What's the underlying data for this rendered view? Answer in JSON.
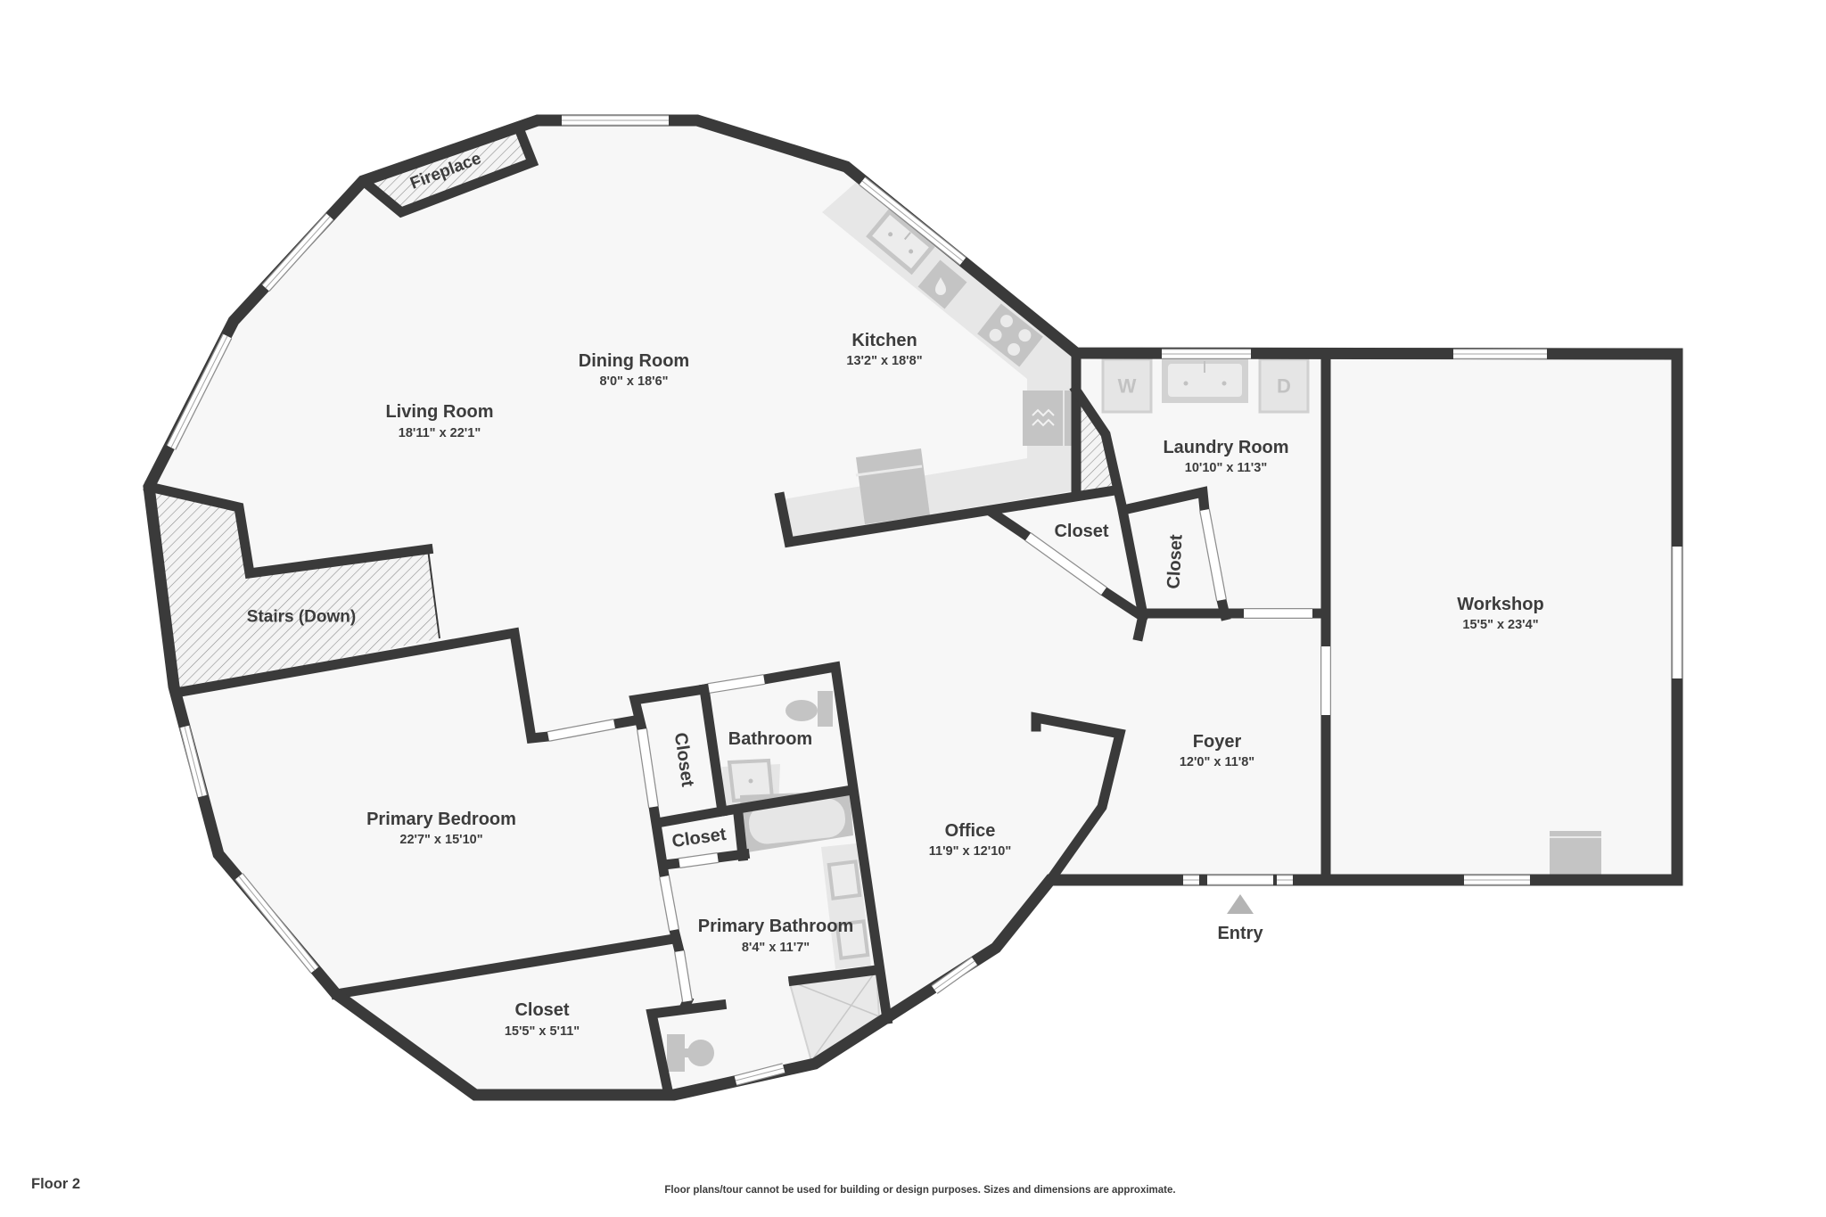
{
  "plan": {
    "floor_label": "Floor 2",
    "disclaimer": "Floor plans/tour cannot be used for building or design purposes. Sizes and dimensions are approximate.",
    "entry_label": "Entry"
  },
  "rooms": [
    {
      "name": "Living Room",
      "dims": "18'11\" x 22'1\""
    },
    {
      "name": "Dining Room",
      "dims": "8'0\" x 18'6\""
    },
    {
      "name": "Kitchen",
      "dims": "13'2\" x 18'8\""
    },
    {
      "name": "Laundry Room",
      "dims": "10'10\" x 11'3\""
    },
    {
      "name": "Workshop",
      "dims": "15'5\" x 23'4\""
    },
    {
      "name": "Foyer",
      "dims": "12'0\" x 11'8\""
    },
    {
      "name": "Office",
      "dims": "11'9\" x 12'10\""
    },
    {
      "name": "Primary Bedroom",
      "dims": "22'7\" x 15'10\""
    },
    {
      "name": "Primary Bathroom",
      "dims": "8'4\" x 11'7\""
    },
    {
      "name": "Closet",
      "dims": "15'5\" x 5'11\""
    },
    {
      "name": "Bathroom"
    },
    {
      "name": "Closet"
    },
    {
      "name": "Closet"
    },
    {
      "name": "Closet"
    },
    {
      "name": "Closet"
    }
  ],
  "features": {
    "fireplace": "Fireplace",
    "stairs": "Stairs (Down)"
  },
  "appliances": {
    "washer": "W",
    "dryer": "D"
  },
  "colors": {
    "wall": "#3a3a3a",
    "floor": "#f7f7f7",
    "fixture": "#c4c4c4",
    "counter": "#e7e7e7",
    "text": "#3c3c3c"
  }
}
